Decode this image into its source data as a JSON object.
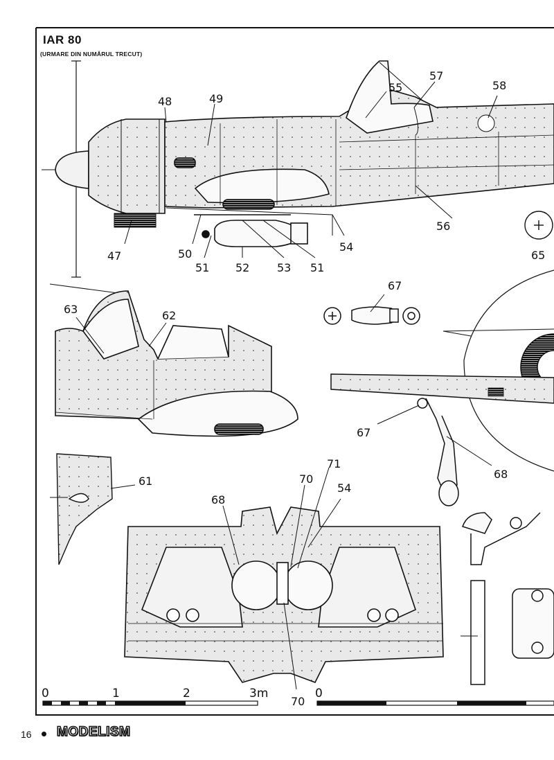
{
  "header": {
    "title": "IAR 80",
    "subtitle": "(URMARE DIN NUMĂRUL TRECUT)"
  },
  "callouts": [
    "47",
    "48",
    "49",
    "50",
    "51",
    "52",
    "53",
    "51",
    "54",
    "55",
    "56",
    "57",
    "58",
    "65",
    "63",
    "62",
    "67",
    "67",
    "68",
    "61",
    "68",
    "70",
    "71",
    "54",
    "70"
  ],
  "scale_left": {
    "labels": [
      "0",
      "1",
      "2",
      "3m"
    ]
  },
  "scale_right": {
    "labels": [
      "0"
    ]
  },
  "footer": {
    "page_number": "16",
    "magazine": "MODELISM"
  },
  "colors": {
    "ink": "#111111",
    "paper": "#ffffff",
    "grey_fill": "#e6e6e6"
  }
}
